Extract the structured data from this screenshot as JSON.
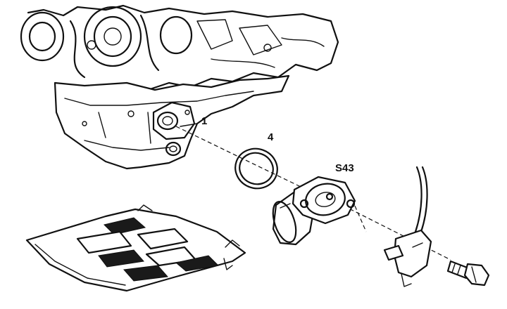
{
  "labels": {
    "part_1": "1",
    "part_4": "4",
    "part_s43": "S43"
  }
}
